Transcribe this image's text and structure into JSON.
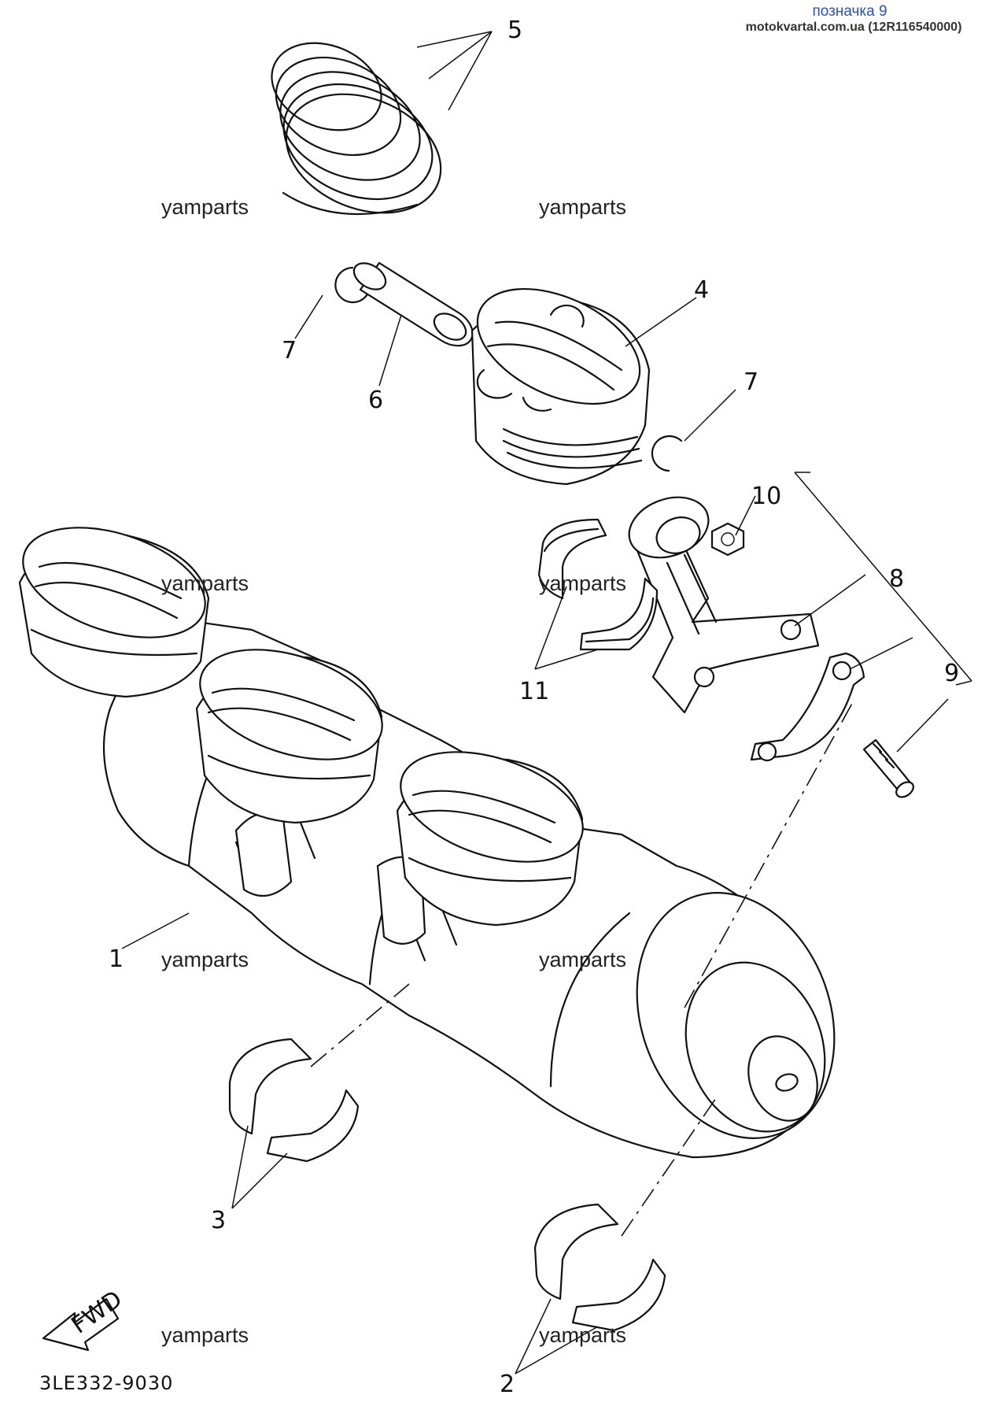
{
  "header": {
    "link_text": "позначка 9",
    "source_text": "motokvartal.com.ua (12R116540000)"
  },
  "watermark": "yamparts",
  "diagram_code": "3LE332-9030",
  "fwd_label": "FWD",
  "callouts": {
    "c1": "1",
    "c2": "2",
    "c3": "3",
    "c4": "4",
    "c5": "5",
    "c6": "6",
    "c7a": "7",
    "c7b": "7",
    "c8": "8",
    "c9": "9",
    "c10": "10",
    "c11": "11"
  }
}
